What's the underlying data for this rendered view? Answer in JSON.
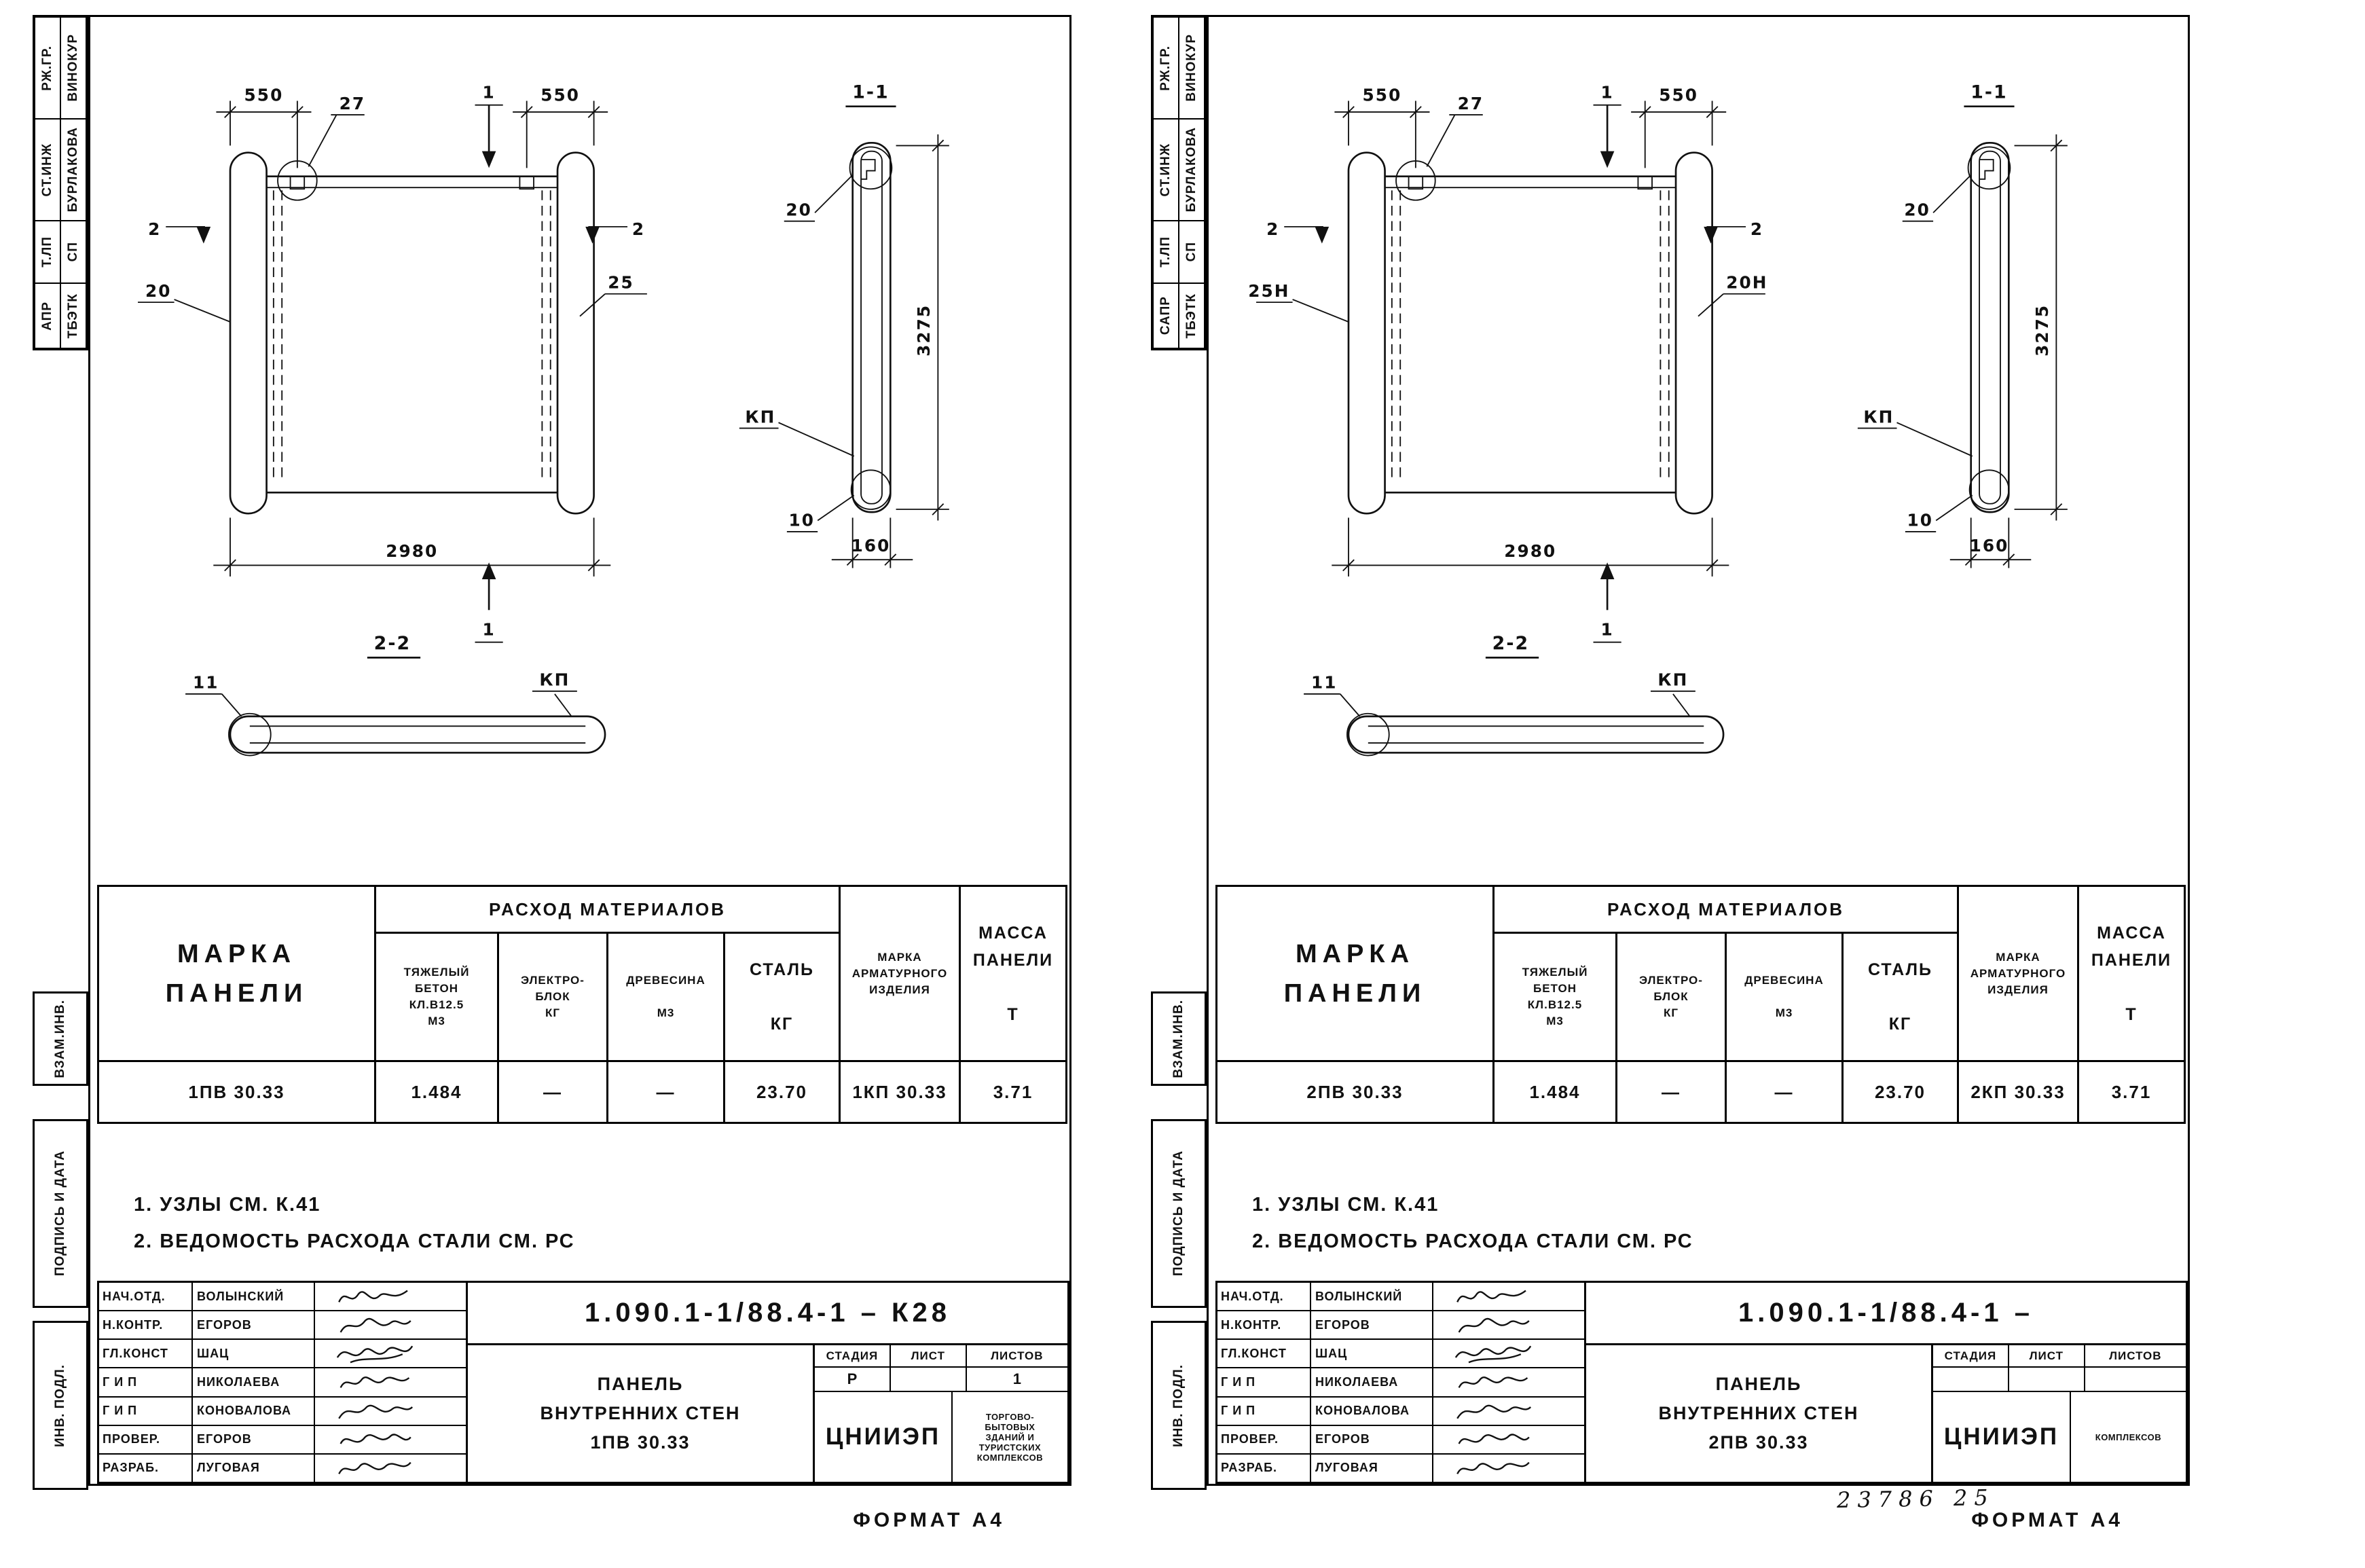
{
  "sheet1": {
    "stamp": {
      "role1": "РЖ.ГР.",
      "name1": "ВИНОКУР",
      "role2": "СТ.ИНЖ",
      "name2": "БУРЛАКОВА",
      "dept_a": "Т.ЛП",
      "dept_b": "СП",
      "dept_c": "АПР",
      "dept_d": "ТБЭТК",
      "vzam": "ВЗАМ.ИНВ.",
      "podpis_data": "ПОДПИСЬ И ДАТА",
      "inv_podl": "ИНВ. ПОДЛ."
    },
    "drawing": {
      "dim_top_left": "550",
      "dim_top_right": "550",
      "callout_notch": "27",
      "section1_mark_top": "1",
      "section1_mark_bottom": "1",
      "section2_mark_left": "2",
      "section2_mark_right": "2",
      "label_edge_left": "20",
      "label_edge_right": "25",
      "dim_width": "2980",
      "section11_title": "1-1",
      "label_sec11_top": "20",
      "label_sec11_kp": "КП",
      "label_sec11_bottom": "10",
      "dim_height": "3275",
      "dim_thickness": "160",
      "section22_title": "2-2",
      "label_sec22_left": "11",
      "label_sec22_kp": "КП"
    },
    "table": {
      "marka_header": "МАРКА\nПАНЕЛИ",
      "group_header": "РАСХОД МАТЕРИАЛОВ",
      "sub_concrete": "ТЯЖЕЛЫЙ\nБЕТОН\nКЛ.В12.5\nМ3",
      "sub_electro": "ЭЛЕКТРО-\nБЛОК\nКГ",
      "sub_wood": "ДРЕВЕСИНА\n\nМ3",
      "sub_steel": "СТАЛЬ\n\nКГ",
      "armature_header": "МАРКА\nАРМАТУРНОГО\nИЗДЕЛИЯ",
      "massa_header": "МАССА\nПАНЕЛИ\n\nТ",
      "row": {
        "marka": "1ПВ 30.33",
        "concrete": "1.484",
        "electro": "—",
        "wood": "—",
        "steel": "23.70",
        "armature": "1КП 30.33",
        "massa": "3.71"
      }
    },
    "notes": {
      "n1": "1. УЗЛЫ СМ. К.41",
      "n2": "2. ВЕДОМОСТЬ РАСХОДА СТАЛИ СМ. РС"
    },
    "title_block": {
      "rows": [
        {
          "role": "НАЧ.ОТД.",
          "name": "ВОЛЫНСКИЙ"
        },
        {
          "role": "Н.КОНТР.",
          "name": "ЕГОРОВ"
        },
        {
          "role": "ГЛ.КОНСТ",
          "name": "ШАЦ"
        },
        {
          "role": "Г И П",
          "name": "НИКОЛАЕВА"
        },
        {
          "role": "Г И П",
          "name": "КОНОВАЛОВА"
        },
        {
          "role": "ПРОВЕР.",
          "name": "ЕГОРОВ"
        },
        {
          "role": "РАЗРАБ.",
          "name": "ЛУГОВАЯ"
        }
      ],
      "doc_number": "1.090.1-1/88.4-1 – К28",
      "subject_line1": "ПАНЕЛЬ",
      "subject_line2": "ВНУТРЕННИХ СТЕН",
      "subject_line3": "1ПВ 30.33",
      "stage_label": "СТАДИЯ",
      "sheet_label": "ЛИСТ",
      "sheets_label": "ЛИСТОВ",
      "stage_value": "Р",
      "sheet_value": "",
      "sheets_value": "1",
      "org": "ЦНИИЭП",
      "org_small": "ТОРГОВО-\nБЫТОВЫХ\nЗДАНИЙ И\nТУРИСТСКИХ\nКОМПЛЕКСОВ",
      "handwritten_note": ""
    },
    "format_label": "ФОРМАТ А4"
  },
  "sheet2": {
    "stamp": {
      "role1": "РЖ.ГР.",
      "name1": "ВИНОКУР",
      "role2": "СТ.ИНЖ",
      "name2": "БУРЛАКОВА",
      "dept_a": "Т.ЛП",
      "dept_b": "СП",
      "dept_c": "САПР",
      "dept_d": "ТБЭТК",
      "vzam": "ВЗАМ.ИНВ.",
      "podpis_data": "ПОДПИСЬ И ДАТА",
      "inv_podl": "ИНВ. ПОДЛ."
    },
    "drawing": {
      "dim_top_left": "550",
      "dim_top_right": "550",
      "callout_notch": "27",
      "section1_mark_top": "1",
      "section1_mark_bottom": "1",
      "section2_mark_left": "2",
      "section2_mark_right": "2",
      "label_edge_left": "25Н",
      "label_edge_right": "20Н",
      "dim_width": "2980",
      "section11_title": "1-1",
      "label_sec11_top": "20",
      "label_sec11_kp": "КП",
      "label_sec11_bottom": "10",
      "dim_height": "3275",
      "dim_thickness": "160",
      "section22_title": "2-2",
      "label_sec22_left": "11",
      "label_sec22_kp": "КП"
    },
    "table": {
      "marka_header": "МАРКА\nПАНЕЛИ",
      "group_header": "РАСХОД МАТЕРИАЛОВ",
      "sub_concrete": "ТЯЖЕЛЫЙ\nБЕТОН\nКЛ.В12.5\nМ3",
      "sub_electro": "ЭЛЕКТРО-\nБЛОК\nКГ",
      "sub_wood": "ДРЕВЕСИНА\n\nМ3",
      "sub_steel": "СТАЛЬ\n\nКГ",
      "armature_header": "МАРКА\nАРМАТУРНОГО\nИЗДЕЛИЯ",
      "massa_header": "МАССА\nПАНЕЛИ\n\nТ",
      "row": {
        "marka": "2ПВ 30.33",
        "concrete": "1.484",
        "electro": "—",
        "wood": "—",
        "steel": "23.70",
        "armature": "2КП 30.33",
        "massa": "3.71"
      }
    },
    "notes": {
      "n1": "1. УЗЛЫ СМ. К.41",
      "n2": "2. ВЕДОМОСТЬ РАСХОДА СТАЛИ СМ. РС"
    },
    "title_block": {
      "rows": [
        {
          "role": "НАЧ.ОТД.",
          "name": "ВОЛЫНСКИЙ"
        },
        {
          "role": "Н.КОНТР.",
          "name": "ЕГОРОВ"
        },
        {
          "role": "ГЛ.КОНСТ",
          "name": "ШАЦ"
        },
        {
          "role": "Г И П",
          "name": "НИКОЛАЕВА"
        },
        {
          "role": "Г И П",
          "name": "КОНОВАЛОВА"
        },
        {
          "role": "ПРОВЕР.",
          "name": "ЕГОРОВ"
        },
        {
          "role": "РАЗРАБ.",
          "name": "ЛУГОВАЯ"
        }
      ],
      "doc_number": "1.090.1-1/88.4-1 –",
      "subject_line1": "ПАНЕЛЬ",
      "subject_line2": "ВНУТРЕННИХ СТЕН",
      "subject_line3": "2ПВ 30.33",
      "stage_label": "СТАДИЯ",
      "sheet_label": "ЛИСТ",
      "sheets_label": "ЛИСТОВ",
      "stage_value": "",
      "sheet_value": "",
      "sheets_value": "",
      "org": "ЦНИИЭП",
      "org_small": "КОМПЛЕКСОВ",
      "handwritten_note": "23786   25"
    },
    "format_label": "ФОРМАТ А4"
  }
}
